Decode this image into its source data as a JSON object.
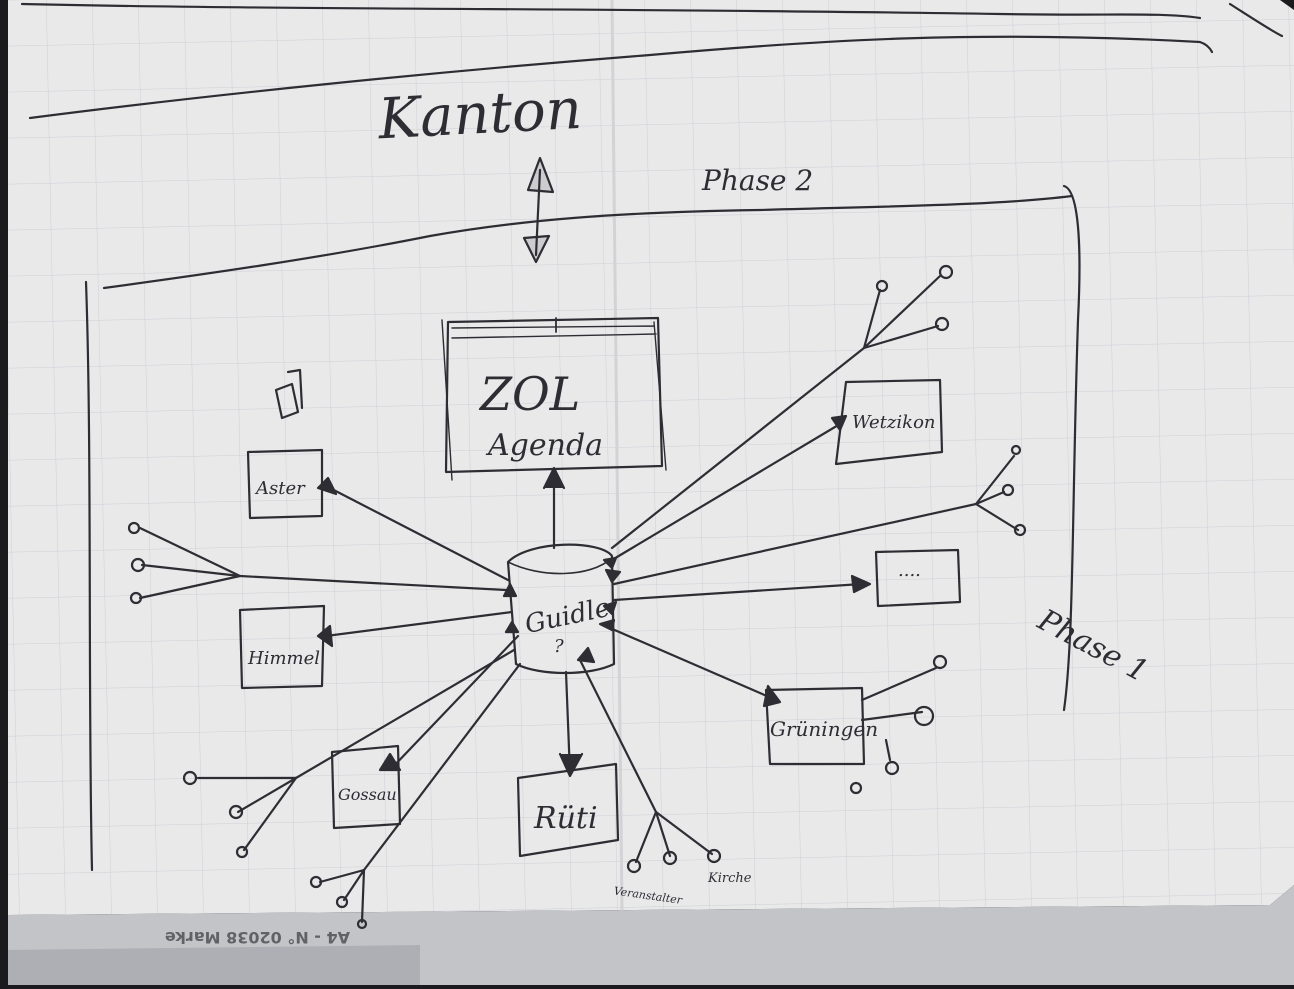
{
  "sketch": {
    "title": "Kanton",
    "phase_top": "Phase 2",
    "phase_side": "Phase 1",
    "center_box": {
      "line1": "ZOL",
      "line2": "Agenda"
    },
    "hub": "Guidle",
    "nodes": [
      "Aster",
      "Himmel",
      "Gossau",
      "Rüti",
      "Grüningen",
      "Wetzikon",
      "...."
    ],
    "leaf_labels": [
      "Veranstalter",
      "Kirche"
    ],
    "hub_mark": "?"
  },
  "paper_print": {
    "mirrored_text": "A4 - N° 02038 Marke"
  },
  "colors": {
    "paper": "#e9e9ea",
    "grid": "#c9ccd3",
    "ink": "#2d2d33",
    "background": "#1b1b1d"
  }
}
